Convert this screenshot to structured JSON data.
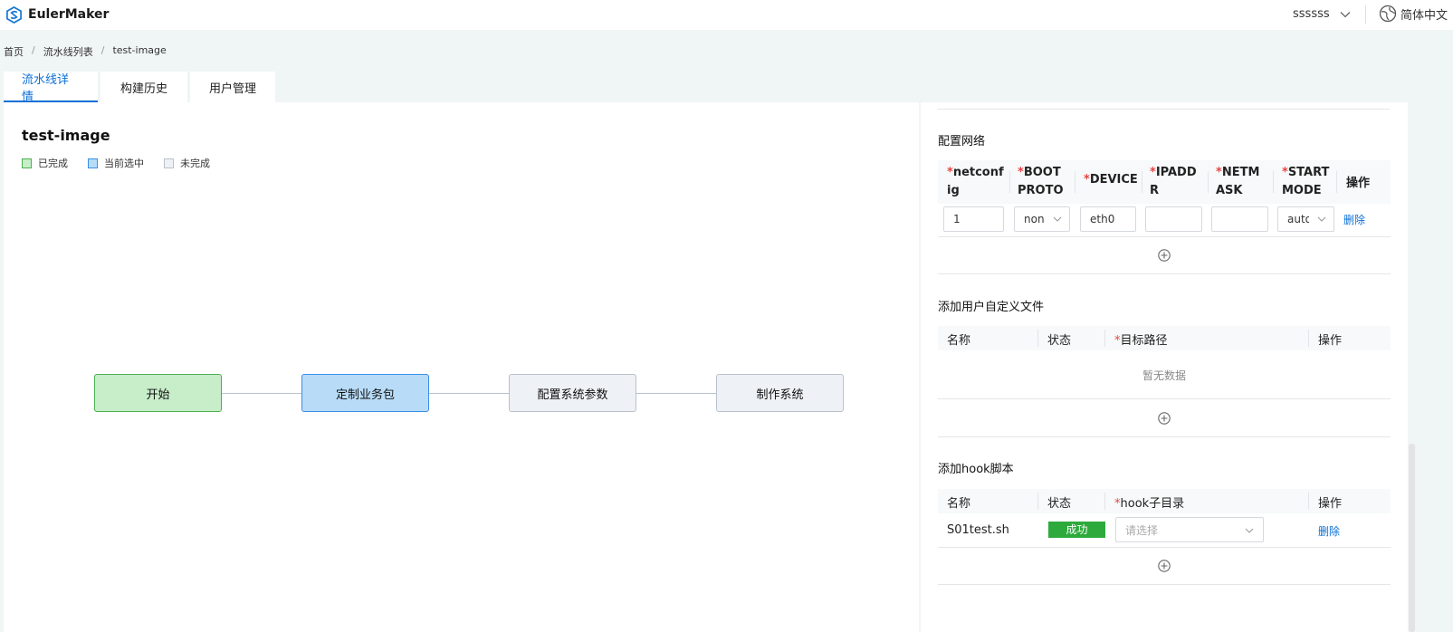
{
  "app": {
    "name": "EulerMaker"
  },
  "header": {
    "username": "ssssss",
    "language": "简体中文"
  },
  "breadcrumb": [
    "首页",
    "流水线列表",
    "test-image"
  ],
  "tabs": [
    "流水线详情",
    "构建历史",
    "用户管理"
  ],
  "pipeline": {
    "title": "test-image",
    "legend": [
      "已完成",
      "当前选中",
      "未完成"
    ],
    "nodes": [
      "开始",
      "定制业务包",
      "配置系统参数",
      "制作系统"
    ]
  },
  "network": {
    "title": "配置网络",
    "headers": {
      "netconfig": [
        "netconf",
        "ig"
      ],
      "bootproto": [
        "BOOT",
        "PROTO"
      ],
      "device": "DEVICE",
      "ipaddr": [
        "IPADD",
        "R"
      ],
      "netmask": [
        "NETM",
        "ASK"
      ],
      "startmode": [
        "START",
        "MODE"
      ],
      "action": "操作"
    },
    "row": {
      "netconfig": "1",
      "bootproto": "non",
      "device": "eth0",
      "ipaddr": "",
      "netmask": "",
      "startmode": "auto",
      "action": "删除"
    }
  },
  "files": {
    "title": "添加用户自定义文件",
    "headers": {
      "name": "名称",
      "status": "状态",
      "path": "目标路径",
      "action": "操作"
    },
    "empty": "暂无数据"
  },
  "hooks": {
    "title": "添加hook脚本",
    "headers": {
      "name": "名称",
      "status": "状态",
      "dir": "hook子目录",
      "action": "操作"
    },
    "row": {
      "name": "S01test.sh",
      "status": "成功",
      "dir_placeholder": "请选择",
      "action": "删除"
    }
  },
  "colors": {
    "accent": "#0a6fd6",
    "done": "#c7edc9",
    "selected": "#b8dcf8",
    "todo": "#eef1f5",
    "success": "#2eaa3c",
    "required": "#e64545"
  }
}
